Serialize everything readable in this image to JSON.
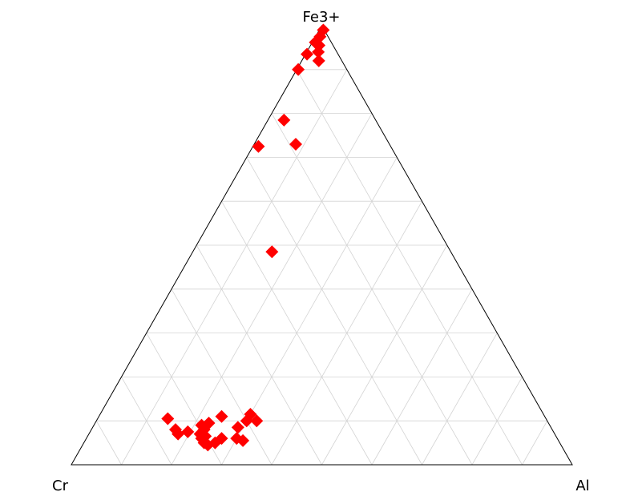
{
  "chart_data": {
    "type": "scatter",
    "subtype": "ternary",
    "components": {
      "top": "Fe3+",
      "left": "Cr",
      "right": "Al"
    },
    "grid": true,
    "grid_divisions": 10,
    "marker": {
      "shape": "diamond",
      "color": "#ff0000"
    },
    "points": [
      {
        "Fe3": 0.99,
        "Al": 0.008
      },
      {
        "Fe3": 0.975,
        "Al": 0.009
      },
      {
        "Fe3": 0.962,
        "Al": 0.006
      },
      {
        "Fe3": 0.955,
        "Al": 0.017
      },
      {
        "Fe3": 0.935,
        "Al": 0.003
      },
      {
        "Fe3": 0.94,
        "Al": 0.023
      },
      {
        "Fe3": 0.92,
        "Al": 0.034
      },
      {
        "Fe3": 0.9,
        "Al": 0.003
      },
      {
        "Fe3": 0.785,
        "Al": 0.032
      },
      {
        "Fe3": 0.725,
        "Al": 0.011
      },
      {
        "Fe3": 0.73,
        "Al": 0.083
      },
      {
        "Fe3": 0.485,
        "Al": 0.158
      },
      {
        "Fe3": 0.105,
        "Al": 0.14
      },
      {
        "Fe3": 0.08,
        "Al": 0.168
      },
      {
        "Fe3": 0.075,
        "Al": 0.195
      },
      {
        "Fe3": 0.07,
        "Al": 0.178
      },
      {
        "Fe3": 0.08,
        "Al": 0.225
      },
      {
        "Fe3": 0.095,
        "Al": 0.227
      },
      {
        "Fe3": 0.11,
        "Al": 0.245
      },
      {
        "Fe3": 0.09,
        "Al": 0.215
      },
      {
        "Fe3": 0.07,
        "Al": 0.222
      },
      {
        "Fe3": 0.065,
        "Al": 0.235
      },
      {
        "Fe3": 0.06,
        "Al": 0.23
      },
      {
        "Fe3": 0.05,
        "Al": 0.24
      },
      {
        "Fe3": 0.045,
        "Al": 0.25
      },
      {
        "Fe3": 0.05,
        "Al": 0.262
      },
      {
        "Fe3": 0.06,
        "Al": 0.27
      },
      {
        "Fe3": 0.1,
        "Al": 0.3
      },
      {
        "Fe3": 0.115,
        "Al": 0.3
      },
      {
        "Fe3": 0.1,
        "Al": 0.32
      },
      {
        "Fe3": 0.06,
        "Al": 0.3
      },
      {
        "Fe3": 0.055,
        "Al": 0.315
      },
      {
        "Fe3": 0.085,
        "Al": 0.29
      }
    ]
  }
}
